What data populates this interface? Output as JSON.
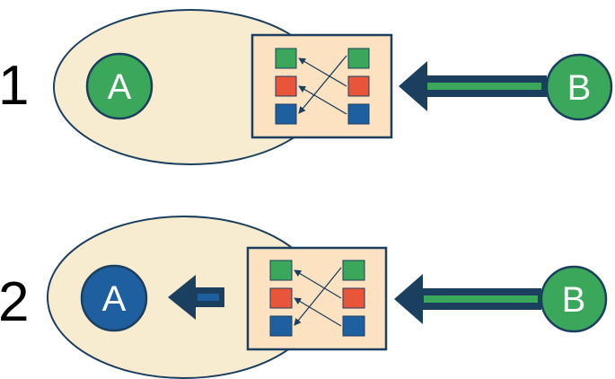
{
  "diagram": {
    "colors": {
      "cell_body": "#f8ecd0",
      "outline": "#1b3f5e",
      "panel_fill": "#fde2c2",
      "green": "#3aa75a",
      "red": "#e8553a",
      "blue": "#1e5fa0",
      "white": "#ffffff"
    },
    "steps": [
      {
        "number": "1",
        "node_a": {
          "label": "A",
          "color": "#3aa75a"
        },
        "node_b": {
          "label": "B",
          "color": "#3aa75a"
        },
        "panel_rows": [
          {
            "left": "green",
            "right": "green"
          },
          {
            "left": "red",
            "right": "red"
          },
          {
            "left": "blue",
            "right": "blue"
          }
        ],
        "inbound_arrow": "wide-arrow-with-green-stripe",
        "outbound_arrow": null
      },
      {
        "number": "2",
        "node_a": {
          "label": "A",
          "color": "#1e5fa0"
        },
        "node_b": {
          "label": "B",
          "color": "#3aa75a"
        },
        "panel_rows": [
          {
            "left": "green",
            "right": "green"
          },
          {
            "left": "red",
            "right": "red"
          },
          {
            "left": "blue",
            "right": "blue"
          }
        ],
        "inbound_arrow": "wide-arrow-with-green-stripe",
        "outbound_arrow": "short-arrow-with-blue-stripe"
      }
    ]
  }
}
